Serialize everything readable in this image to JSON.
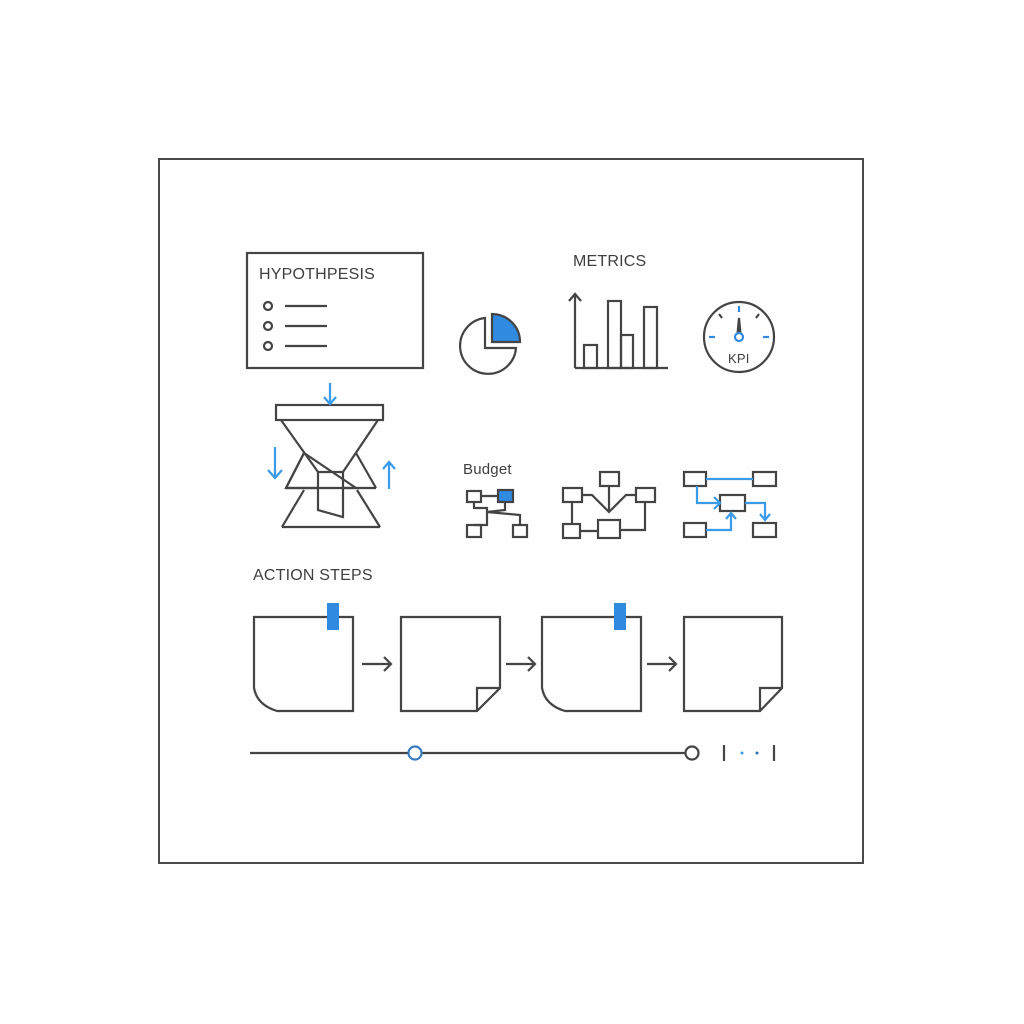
{
  "colors": {
    "stroke": "#444444",
    "accent": "#2f8ae0",
    "accent_light": "#3a9be8",
    "background": "#ffffff"
  },
  "hypothesis": {
    "title": "HYPOTHPESIS",
    "items": [
      "",
      "",
      ""
    ]
  },
  "metrics": {
    "title": "METRICS",
    "pie_icon": "pie-chart-icon",
    "bar_icon": "bar-chart-icon",
    "gauge": {
      "icon": "gauge-icon",
      "label": "KPI"
    }
  },
  "funnel": {
    "icon": "funnel-icon"
  },
  "budget": {
    "title": "Budget",
    "diagrams": [
      "budget-tree-icon",
      "network-diagram-icon",
      "flow-diagram-icon"
    ]
  },
  "action_steps": {
    "title": "ACTION STEPS",
    "notes": [
      {
        "id": 1,
        "pinned": true,
        "corner": "rounded-bottom-left"
      },
      {
        "id": 2,
        "pinned": false,
        "corner": "folded-bottom-right"
      },
      {
        "id": 3,
        "pinned": true,
        "corner": "rounded-bottom-left"
      },
      {
        "id": 4,
        "pinned": false,
        "corner": "folded-bottom-right"
      }
    ]
  },
  "timeline": {
    "handle_position": 0.36,
    "end_marker": "end-circle",
    "pagination": [
      "|",
      "·",
      "·",
      "|"
    ]
  }
}
